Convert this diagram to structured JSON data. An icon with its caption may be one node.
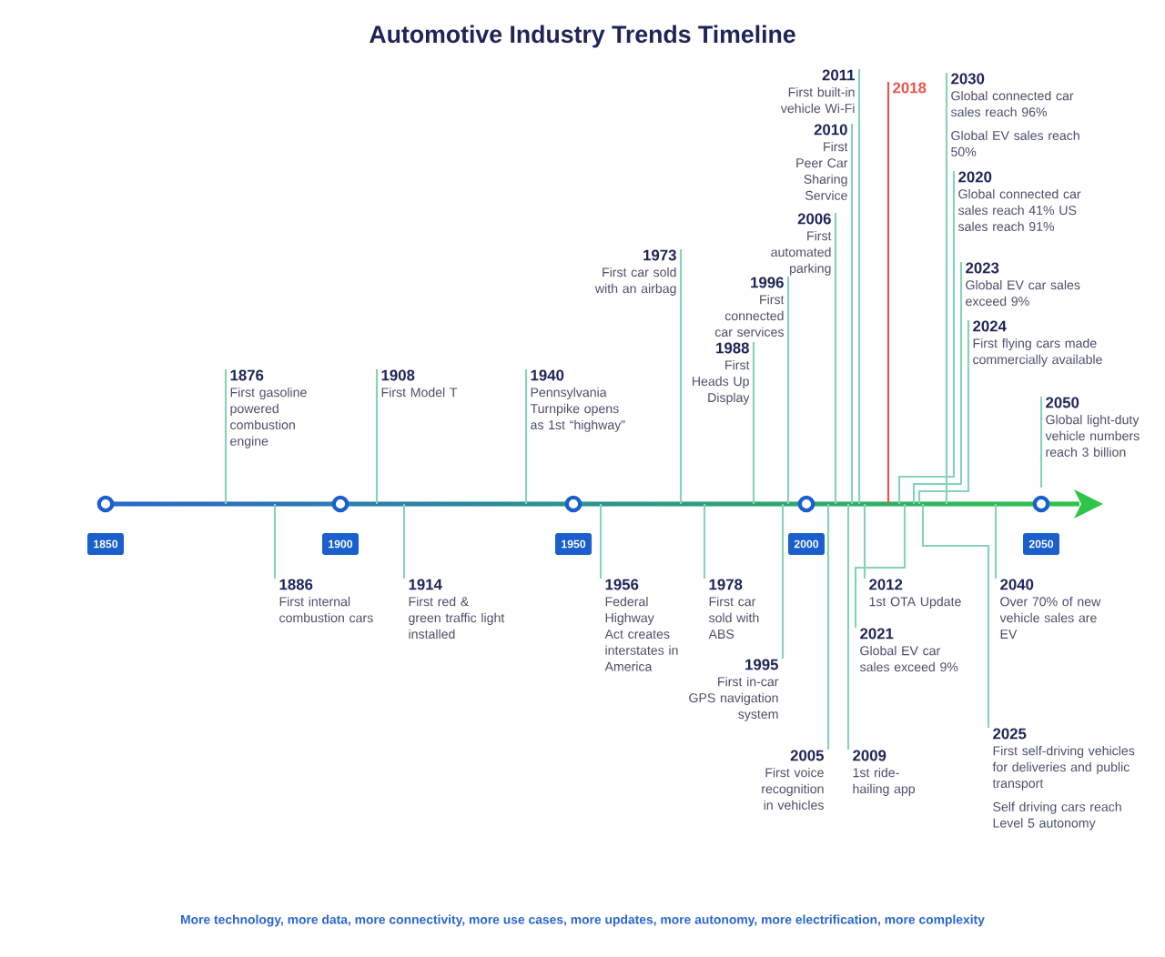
{
  "diagram": {
    "title": "Automotive Industry Trends Timeline",
    "caption": "More technology, more data, more connectivity, more use cases, more updates, more autonomy, more electrification, more complexity",
    "nodes": [
      {
        "text": [
          "1876",
          "First gasoline powered combustion engine"
        ]
      },
      {
        "text": [
          "1886",
          "First internal combustion cars"
        ]
      },
      {
        "text": [
          "1908",
          "First Model T"
        ]
      },
      {
        "text": [
          "1914",
          "First red & green traffic light installed"
        ]
      },
      {
        "text": [
          "1940",
          "Pennsylvania Turnpike opens as 1st “highway”"
        ]
      },
      {
        "text": [
          "1956",
          "Federal Highway Act creates interstates in America"
        ]
      },
      {
        "text": [
          "1973",
          "First car sold with an airbag"
        ]
      },
      {
        "text": [
          "1978",
          "First car sold with ABS"
        ]
      },
      {
        "text": [
          "1988",
          "First Heads Up Display"
        ]
      },
      {
        "text": [
          "1995",
          "First in-car GPS navigation system"
        ]
      },
      {
        "text": [
          "1996",
          "First connected car services"
        ]
      },
      {
        "text": [
          "2005",
          "First voice recognition in vehicles"
        ]
      },
      {
        "text": [
          "2006",
          "First automated parking"
        ]
      },
      {
        "text": [
          "2009",
          "1st ride-hailing app"
        ]
      },
      {
        "text": [
          "2010",
          "First Peer Car Sharing Service"
        ]
      },
      {
        "text": [
          "2011",
          "First built-in vehicle Wi-Fi"
        ]
      },
      {
        "text": [
          "2012",
          "1st OTA Update"
        ]
      },
      {
        "text": [
          "2018"
        ]
      },
      {
        "text": [
          "2020",
          "Global connected car sales reach 41% US sales reach 91%"
        ]
      },
      {
        "text": [
          "2021",
          "Global EV car sales exceed 9%"
        ]
      },
      {
        "text": [
          "2023",
          "Global EV car sales exceed 9%"
        ]
      },
      {
        "text": [
          "2024",
          "First flying cars made commercially available"
        ]
      },
      {
        "text": [
          "2025",
          "First self-driving vehicles for deliveries and public transport",
          "Self driving cars reach Level 5 autonomy"
        ]
      },
      {
        "text": [
          "2030",
          "Global connected car sales reach 96%",
          "Global EV sales reach 50%"
        ]
      },
      {
        "text": [
          "2040",
          "Over 70% of new vehicle sales are EV"
        ]
      },
      {
        "text": [
          "2050",
          "Global light-duty vehicle numbers reach 3 billion"
        ]
      }
    ],
    "edges": [
      {
        "from": 0,
        "to": null,
        "arrow": "none"
      },
      {
        "from": 1,
        "to": null,
        "arrow": "none"
      },
      {
        "from": 2,
        "to": null,
        "arrow": "none"
      },
      {
        "from": 3,
        "to": null,
        "arrow": "none"
      },
      {
        "from": 4,
        "to": null,
        "arrow": "none"
      },
      {
        "from": 5,
        "to": null,
        "arrow": "none"
      },
      {
        "from": 6,
        "to": null,
        "arrow": "none"
      },
      {
        "from": 7,
        "to": null,
        "arrow": "none"
      },
      {
        "from": 8,
        "to": null,
        "arrow": "none"
      },
      {
        "from": 9,
        "to": null,
        "arrow": "none"
      },
      {
        "from": 10,
        "to": null,
        "arrow": "none"
      },
      {
        "from": 11,
        "to": null,
        "arrow": "none"
      },
      {
        "from": 12,
        "to": null,
        "arrow": "none"
      },
      {
        "from": 13,
        "to": null,
        "arrow": "none"
      },
      {
        "from": 14,
        "to": null,
        "arrow": "none"
      },
      {
        "from": 15,
        "to": null,
        "arrow": "none"
      },
      {
        "from": 16,
        "to": null,
        "arrow": "none"
      },
      {
        "from": 17,
        "to": null,
        "arrow": "none",
        "color": "#e8534f"
      },
      {
        "from": 18,
        "to": null,
        "arrow": "none"
      },
      {
        "from": 19,
        "to": null,
        "arrow": "none"
      },
      {
        "from": 20,
        "to": null,
        "arrow": "none"
      },
      {
        "from": 21,
        "to": null,
        "arrow": "none"
      },
      {
        "from": 22,
        "to": null,
        "arrow": "none"
      },
      {
        "from": 23,
        "to": null,
        "arrow": "none"
      },
      {
        "from": 24,
        "to": null,
        "arrow": "none"
      },
      {
        "from": 25,
        "to": null,
        "arrow": "none"
      }
    ],
    "labels": [
      "1850",
      "1900",
      "1950",
      "2000",
      "2050"
    ]
  }
}
